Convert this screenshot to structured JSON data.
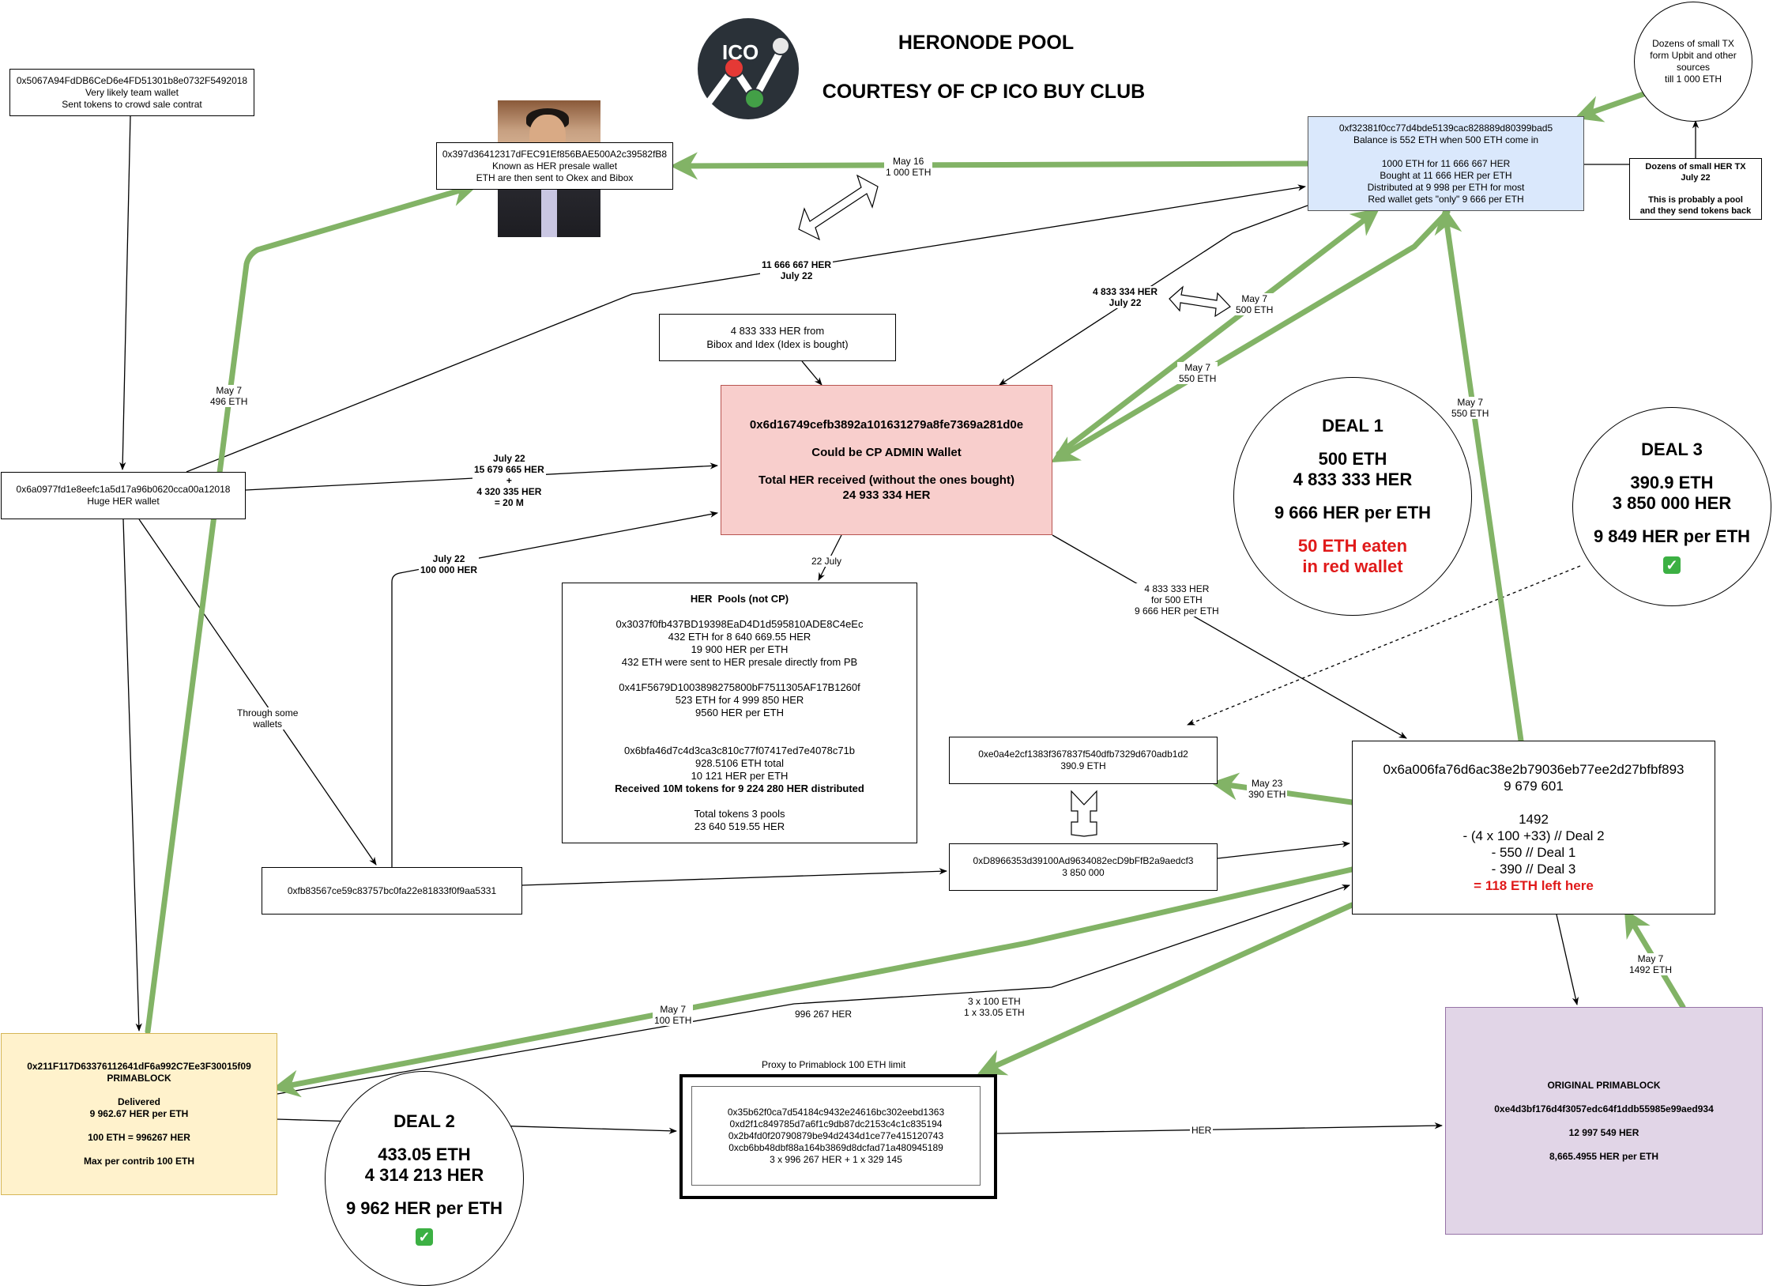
{
  "header": {
    "title": "HERONODE POOL",
    "subtitle": "COURTESY OF CP ICO BUY CLUB",
    "logo": {
      "text": "ICO",
      "icon": "ico-buy-club-logo",
      "colors": {
        "circle": "#2a3138",
        "red_dot": "#e53935",
        "green_dot": "#43a047",
        "line": "#ffffff"
      }
    }
  },
  "colors": {
    "flow_eth": "#82b366",
    "blue_fill": "#dae8fc",
    "red_fill": "#f8cecc",
    "yellow_fill": "#fff2cc",
    "purple_fill": "#e1d5e7",
    "alert_red": "#e01a1a"
  },
  "nodes": {
    "team_wallet": {
      "lines": [
        "0x5067A94FdDB6CeD6e4FD51301b8e0732F5492018",
        "Very likely team wallet",
        "Sent tokens to crowd sale contrat"
      ]
    },
    "presale_wallet": {
      "lines": [
        "0x397d36412317dFEC91Ef856BAE500A2c39582fB8",
        "Known as HER presale wallet",
        "ETH are then sent to Okex and Bibox"
      ],
      "photo": "person-photo"
    },
    "pool_wallet": {
      "lines": [
        "0xf32381f0cc77d4bde5139cac828889d80399bad5",
        "Balance is 552 ETH when 500 ETH come in",
        "",
        "1000 ETH for 11 666 667 HER",
        "Bought at 11 666 HER per ETH",
        "Distributed at 9 998 per ETH for most",
        "Red wallet gets \"only\" 9 666 per ETH"
      ]
    },
    "small_her_tx": {
      "lines": [
        "Dozens of small HER TX",
        "July 22",
        "",
        "This is probably a pool",
        "and they send tokens back"
      ]
    },
    "upbit_sources": {
      "lines": [
        "Dozens of small TX",
        "form Upbit and other",
        "sources",
        "till 1 000 ETH"
      ]
    },
    "huge_her_wallet": {
      "lines": [
        "0x6a0977fd1e8eefc1a5d17a96b0620cca00a12018",
        "Huge HER wallet"
      ]
    },
    "bibox_idex": {
      "lines": [
        "4 833 333 HER from",
        "Bibox and Idex (Idex is bought)"
      ]
    },
    "admin_wallet": {
      "address": "0x6d16749cefb3892a101631279a8fe7369a281d0e",
      "role": "Could be CP ADMIN Wallet",
      "total_label": "Total HER received (without the ones bought)",
      "total_value": "24 933 334 HER"
    },
    "her_pools": {
      "title": "HER  Pools (not CP)",
      "pools": [
        {
          "lines": [
            "0x3037f0fb437BD19398EaD4D1d595810ADE8C4eEc",
            "432 ETH for 8 640 669.55 HER",
            "19 900 HER per ETH",
            "432 ETH were sent to HER presale directly from PB"
          ]
        },
        {
          "lines": [
            "0x41F5679D1003898275800bF7511305AF17B1260f",
            "523 ETH for 4 999 850 HER",
            "9560 HER per ETH"
          ]
        },
        {
          "lines": [
            "0x6bfa46d7c4d3ca3c810c77f07417ed7e4078c71b",
            "928.5106 ETH total",
            "10 121 HER per ETH"
          ],
          "bold_line": "Received 10M tokens for 9 224 280 HER distributed"
        }
      ],
      "total_label": "Total tokens 3 pools",
      "total_value": "23 640 519.55 HER"
    },
    "deal1": {
      "title": "DEAL 1",
      "eth": "500 ETH",
      "her": "4 833 333 HER",
      "rate": "9 666 HER per ETH",
      "note_line1": "50 ETH eaten",
      "note_line2": "in red wallet"
    },
    "deal2": {
      "title": "DEAL 2",
      "eth": "433.05 ETH",
      "her": "4 314 213 HER",
      "rate": "9 962 HER per ETH",
      "check": "✓"
    },
    "deal3": {
      "title": "DEAL 3",
      "eth": "390.9 ETH",
      "her": "3 850 000 HER",
      "rate": "9 849 HER per ETH",
      "check": "✓"
    },
    "wallet_e0a4": {
      "lines": [
        "0xe0a4e2cf1383f367837f540dfb7329d670adb1d2",
        "390.9 ETH"
      ]
    },
    "wallet_d896": {
      "lines": [
        "0xD8966353d39100Ad9634082ecD9bFfB2a9aedcf3",
        "3 850 000"
      ]
    },
    "wallet_fb83": {
      "lines": [
        "0xfb83567ce59c83757bc0fa22e81833f0f9aa5331"
      ]
    },
    "wallet_6a006": {
      "lines": [
        "0x6a006fa76d6ac38e2b79036eb77ee2d27bfbf893",
        "9 679 601",
        "",
        "1492",
        "- (4 x 100 +33) // Deal 2",
        "- 550 // Deal 1",
        "- 390 // Deal 3"
      ],
      "result": "= 118 ETH left here"
    },
    "primablock": {
      "lines": [
        "0x211F117D63376112641dF6a992C7Ee3F30015f09",
        "PRIMABLOCK",
        "",
        "Delivered",
        "9 962.67 HER per ETH",
        "",
        "100 ETH = 996267 HER",
        "",
        "Max per contrib 100 ETH"
      ]
    },
    "proxy": {
      "caption": "Proxy to Primablock 100 ETH limit",
      "lines": [
        "0x35b62f0ca7d54184c9432e24616bc302eebd1363",
        "0xd2f1c849785d7a6f1c9db87dc2153c4c1c835194",
        "0x2b4fd0f20790879be94d2434d1ce77e415120743",
        "0xcb6bb48dbf88a164b3869d8dcfad71a480945189",
        "3 x 996 267 HER + 1 x 329 145"
      ]
    },
    "original_primablock": {
      "lines": [
        "ORIGINAL PRIMABLOCK",
        "",
        "0xe4d3bf176d4f3057edc64f1ddb55985e99aed934",
        "",
        "12 997 549 HER",
        "",
        "8,665.4955 HER per ETH"
      ]
    }
  },
  "edge_labels": {
    "may16_1000": "May 16\n1 000 ETH",
    "her_11666667": "11 666 667 HER\nJuly 22",
    "her_4833334": "4 833 334 HER\nJuly 22",
    "may7_500": "May 7\n500 ETH",
    "may7_550_a": "May 7\n550 ETH",
    "may7_550_b": "May 7\n550 ETH",
    "may7_496": "May 7\n496 ETH",
    "july22_20m": "July 22\n15 679 665 HER\n+\n4 320 335 HER\n= 20 M",
    "july22_100k": "July 22\n100 000 HER",
    "through_wallets": "Through some\nwallets",
    "july22_short": "22 July",
    "deal1_flow": "4 833 333 HER\nfor 500 ETH\n9 666 HER per ETH",
    "may23_390": "May 23\n390 ETH",
    "may7_100": "May 7\n100 ETH",
    "her_996267": "996 267 HER",
    "proxy_eth": "3 x 100 ETH\n1 x 33.05 ETH",
    "her": "HER",
    "may7_1492": "May 7\n1492 ETH"
  }
}
